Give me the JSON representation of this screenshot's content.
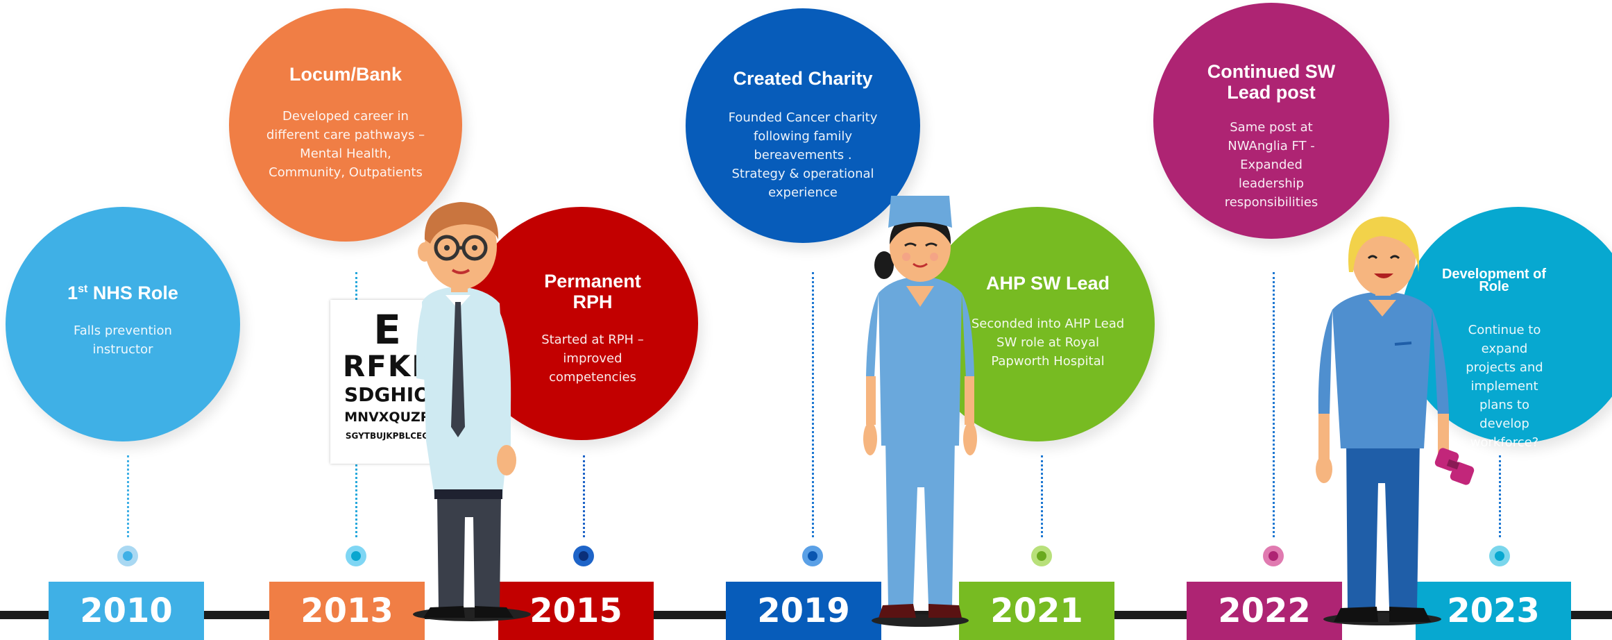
{
  "milestones": [
    {
      "year": "2010",
      "title_main": "1",
      "title_sup": "st",
      "title_rest": " NHS Role",
      "body": "Falls prevention instructor",
      "color": "#3fb0e6"
    },
    {
      "year": "2013",
      "title": "Locum/Bank",
      "body": "Developed career in different care pathways – Mental Health, Community, Outpatients",
      "color": "#f07e45"
    },
    {
      "year": "2015",
      "title": "Permanent RPH",
      "body": "Started at RPH – improved competencies",
      "color": "#c20000"
    },
    {
      "year": "2019",
      "title": "Created Charity",
      "body": "Founded Cancer charity following family bereavements . Strategy & operational experience",
      "color": "#075cba"
    },
    {
      "year": "2021",
      "title": "AHP SW Lead",
      "body": "Seconded into AHP Lead SW role at Royal Papworth Hospital",
      "color": "#77bb22"
    },
    {
      "year": "2022",
      "title": "Continued SW Lead post",
      "body": "Same post at NWAnglia FT - Expanded leadership responsibilities",
      "color": "#ae2473"
    },
    {
      "year": "2023",
      "title": "Development of Role",
      "body": "Continue to expand projects and implement plans to develop workforce?",
      "color": "#07a8d0"
    }
  ],
  "eye_chart": {
    "rows": [
      "E",
      "RFKL",
      "SDGHIO",
      "MNVXQUZP",
      "SGYTBUJKPBLCEG"
    ]
  },
  "icons": [
    "doctor-figure-icon",
    "nurse-figure-icon",
    "worker-figure-icon",
    "eye-chart-icon",
    "dumbbell-icon"
  ]
}
